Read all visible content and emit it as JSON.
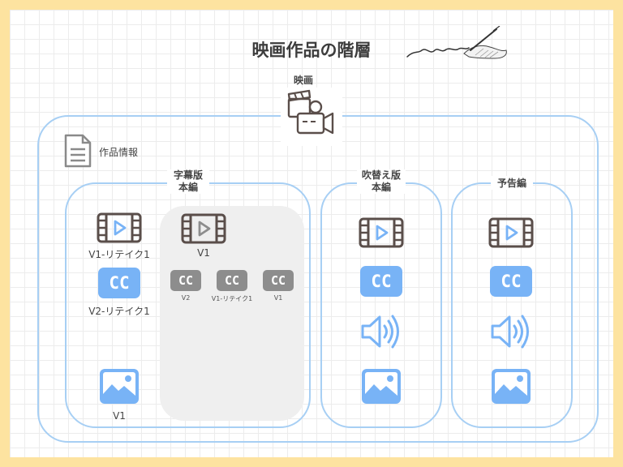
{
  "title": "映画作品の階層",
  "movie": {
    "label": "映画"
  },
  "work_info": {
    "label": "作品情報"
  },
  "subtitle_version": {
    "header_line1": "字幕版",
    "header_line2": "本編",
    "items": {
      "video_label": "V1-リテイク1",
      "cc_label": "V2-リテイク1",
      "image_label": "V1"
    },
    "history": {
      "video_label": "V1",
      "cc_labels": [
        "V2",
        "V1-リテイク1",
        "V1"
      ]
    }
  },
  "dubbed_version": {
    "header_line1": "吹替え版",
    "header_line2": "本編"
  },
  "trailer": {
    "header": "予告編"
  },
  "colors": {
    "border": "#a7cff4",
    "accent": "#78b3f6",
    "icon_dark": "#5a4e4a",
    "gray_panel": "#efefef"
  },
  "icons": [
    "clapperboard-camera-icon",
    "document-icon",
    "film-icon",
    "cc-icon",
    "speaker-icon",
    "image-icon",
    "pen-hand-sketch-icon"
  ]
}
